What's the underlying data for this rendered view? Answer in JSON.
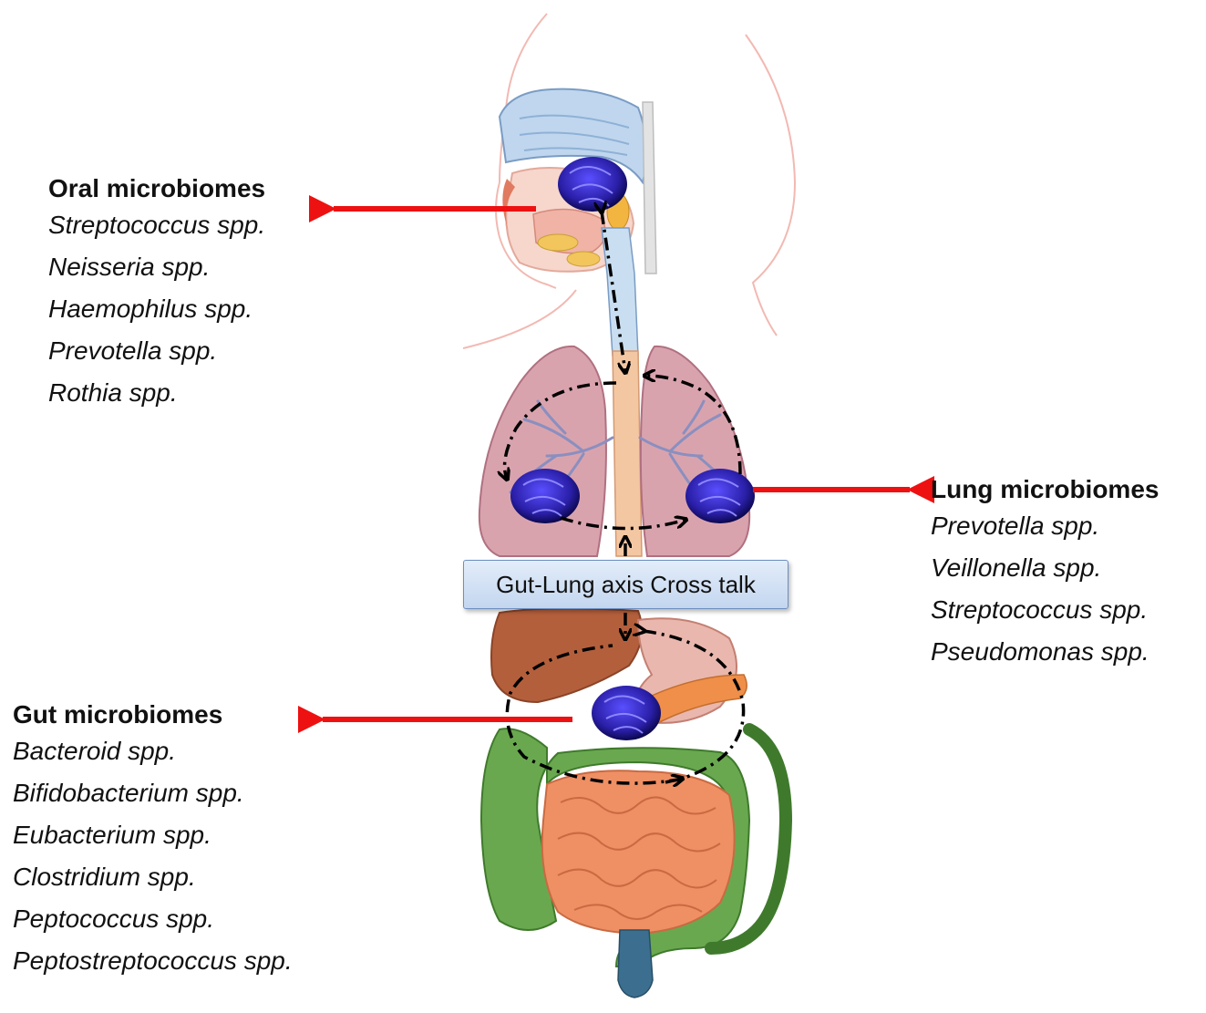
{
  "oral": {
    "title": "Oral microbiomes",
    "items": [
      "Streptococcus spp.",
      "Neisseria spp.",
      "Haemophilus spp.",
      "Prevotella spp.",
      "Rothia spp."
    ]
  },
  "lung": {
    "title": "Lung microbiomes",
    "items": [
      "Prevotella spp.",
      "Veillonella spp.",
      "Streptococcus spp.",
      "Pseudomonas spp."
    ]
  },
  "gut": {
    "title": "Gut microbiomes",
    "items": [
      "Bacteroid spp.",
      "Bifidobacterium spp.",
      "Eubacterium spp.",
      "Clostridium spp.",
      "Peptococcus spp.",
      "Peptostreptococcus spp."
    ]
  },
  "axis_label": "Gut-Lung axis Cross talk",
  "colors": {
    "pointer_arrow": "#ee1111",
    "microbe_cluster": "#2a1fa8",
    "lung": "#d9a3ae",
    "trachea": "#f4c7a3",
    "small_intestine": "#ef8f64",
    "large_intestine": "#6aa84f",
    "liver": "#b45f3c",
    "axis_box": "#cfdff3"
  }
}
